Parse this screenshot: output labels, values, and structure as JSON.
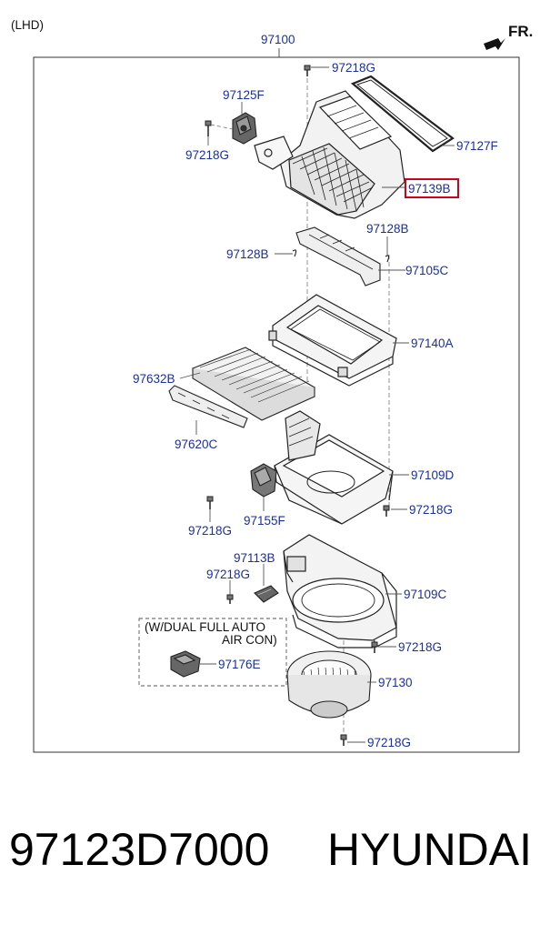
{
  "header": {
    "variant": "(LHD)",
    "direction": "FR."
  },
  "diagram": {
    "assembly": "97100",
    "note_line1": "(W/DUAL FULL AUTO",
    "note_line2": "AIR CON)",
    "highlight_color": "#d0021b",
    "label_color": "#1a2fa0",
    "callouts": {
      "c1": "97218G",
      "c2": "97125F",
      "c3": "97218G",
      "c4": "97127F",
      "c5": "97139B",
      "c6": "97128B",
      "c7": "97128B",
      "c8": "97105C",
      "c9": "97140A",
      "c10": "97632B",
      "c11": "97620C",
      "c12": "97109D",
      "c13": "97218G",
      "c14": "97155F",
      "c15": "97218G",
      "c16": "97113B",
      "c17": "97218G",
      "c18": "97109C",
      "c19": "97218G",
      "c20": "97176E",
      "c21": "97130",
      "c22": "97218G"
    }
  },
  "footer": {
    "part_number": "97123D7000",
    "brand": "HYUNDAI"
  }
}
